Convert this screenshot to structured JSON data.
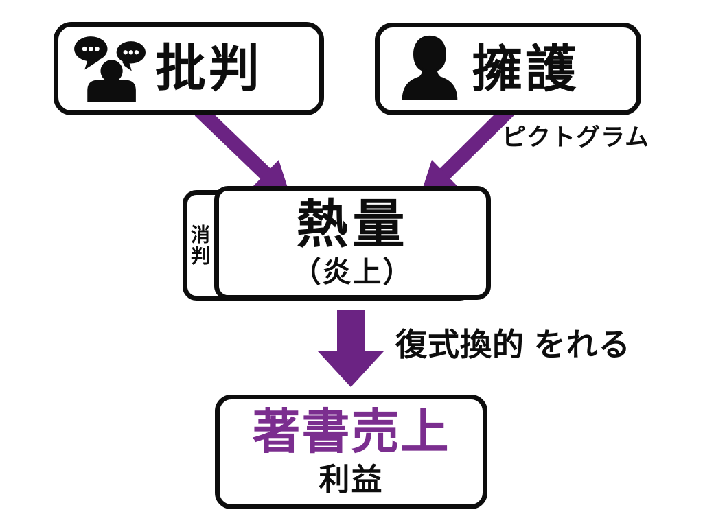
{
  "diagram": {
    "colors": {
      "background": "#ffffff",
      "outline_black": "#0d0d0d",
      "arrow_purple": "#6b2383",
      "sales_title_purple": "#7b2e8f"
    },
    "nodes": {
      "criticism": {
        "label": "批判",
        "icon": "people-speech-bubbles-icon"
      },
      "defense": {
        "label": "擁護",
        "icon": "person-bust-icon"
      },
      "heat": {
        "label": "熱量",
        "sublabel": "（炎上）",
        "side_label": "消判"
      },
      "sales": {
        "label": "著書売上",
        "sublabel": "利益"
      }
    },
    "annotations": {
      "pictogram_note": "ピクトグラム",
      "down_arrow_note": "復式換的 をれる"
    }
  }
}
